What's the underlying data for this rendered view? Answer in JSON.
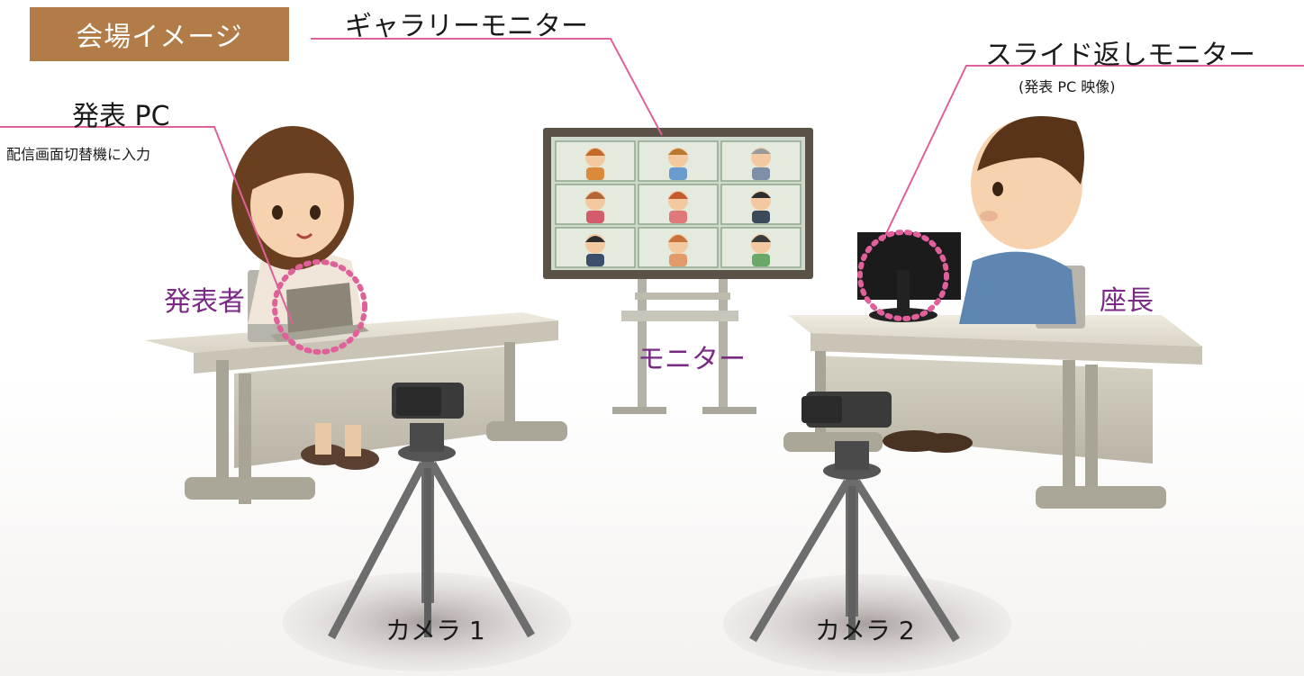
{
  "header": {
    "title": "会場イメージ",
    "badge_color": "#b17c48"
  },
  "labels": {
    "gallery_monitor": "ギャラリーモニター",
    "slide_return_monitor": "スライド返しモニター",
    "slide_return_sub": "(発表 PC 映像)",
    "presenter_pc": "発表 PC",
    "presenter_pc_sub": "配信画面切替機に入力",
    "presenter": "発表者",
    "chair": "座長",
    "monitor": "モニター",
    "camera1": "カメラ 1",
    "camera2": "カメラ 2"
  },
  "colors": {
    "leader_line": "#e0609a",
    "highlight_ring": "#e0609a",
    "purple_label": "#7a2a85"
  }
}
